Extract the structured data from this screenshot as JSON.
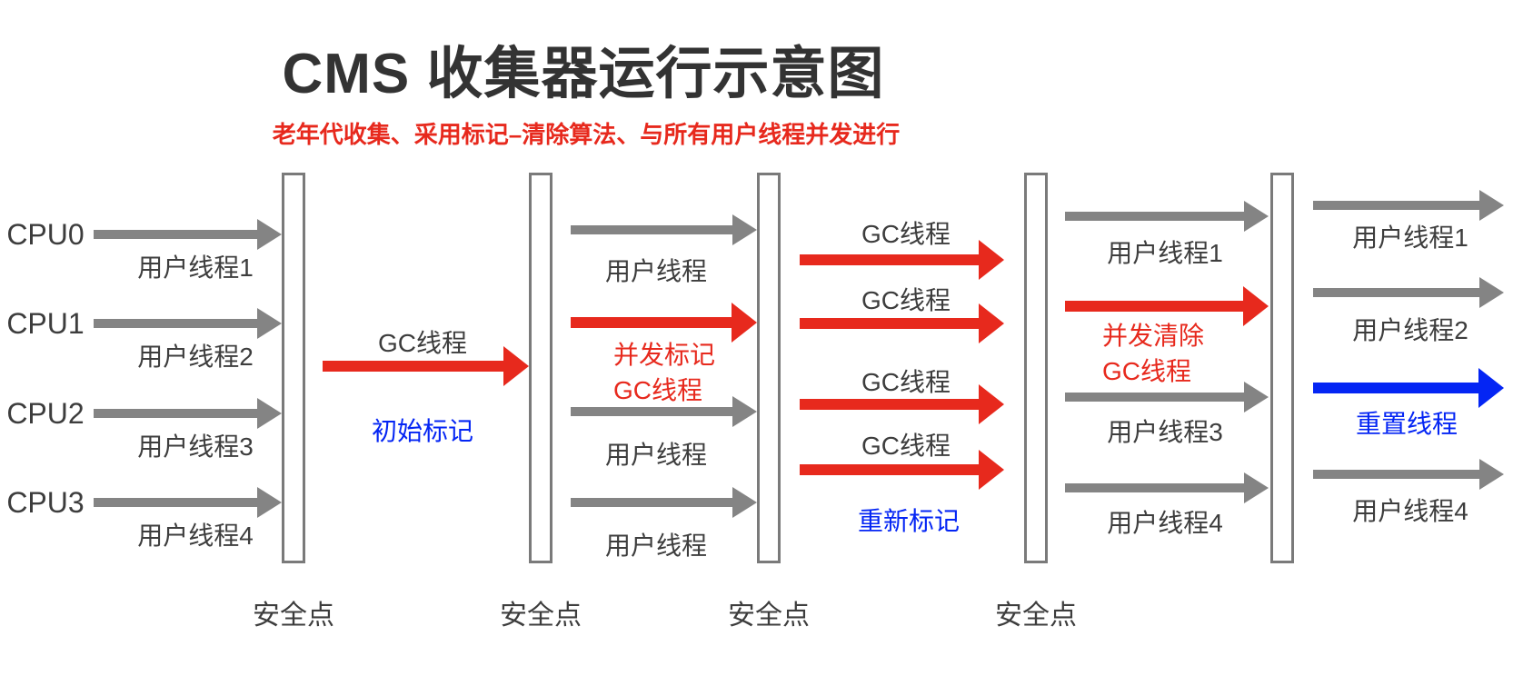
{
  "diagram": {
    "title": "CMS 收集器运行示意图",
    "subtitle": "老年代收集、采用标记–清除算法、与所有用户线程并发进行",
    "cpus": [
      {
        "label": "CPU0",
        "thread": "用户线程1"
      },
      {
        "label": "CPU1",
        "thread": "用户线程2"
      },
      {
        "label": "CPU2",
        "thread": "用户线程3"
      },
      {
        "label": "CPU3",
        "thread": "用户线程4"
      }
    ],
    "initial_mark": {
      "arrow_label": "GC线程",
      "phase": "初始标记"
    },
    "concurrent_mark": {
      "thread_top": "用户线程",
      "gc_line1": "并发标记",
      "gc_line2": "GC线程",
      "thread_mid": "用户线程",
      "thread_bottom": "用户线程"
    },
    "remark": {
      "arrow_labels": [
        "GC线程",
        "GC线程",
        "GC线程",
        "GC线程"
      ],
      "phase": "重新标记"
    },
    "concurrent_sweep": {
      "thread_top": "用户线程1",
      "gc_line1": "并发清除",
      "gc_line2": "GC线程",
      "thread_mid": "用户线程3",
      "thread_bottom": "用户线程4"
    },
    "reset": {
      "thread_top": "用户线程1",
      "thread_second": "用户线程2",
      "phase": "重置线程",
      "thread_bottom": "用户线程4"
    },
    "safepoints": [
      "安全点",
      "安全点",
      "安全点",
      "安全点"
    ],
    "colors": {
      "user_thread_arrow": "#848484",
      "gc_arrow": "#e7291d",
      "reset_arrow": "#0425f4",
      "phase_text": "#0425f4",
      "subtitle_text": "#e7291d",
      "text": "#3d3d3d"
    }
  }
}
